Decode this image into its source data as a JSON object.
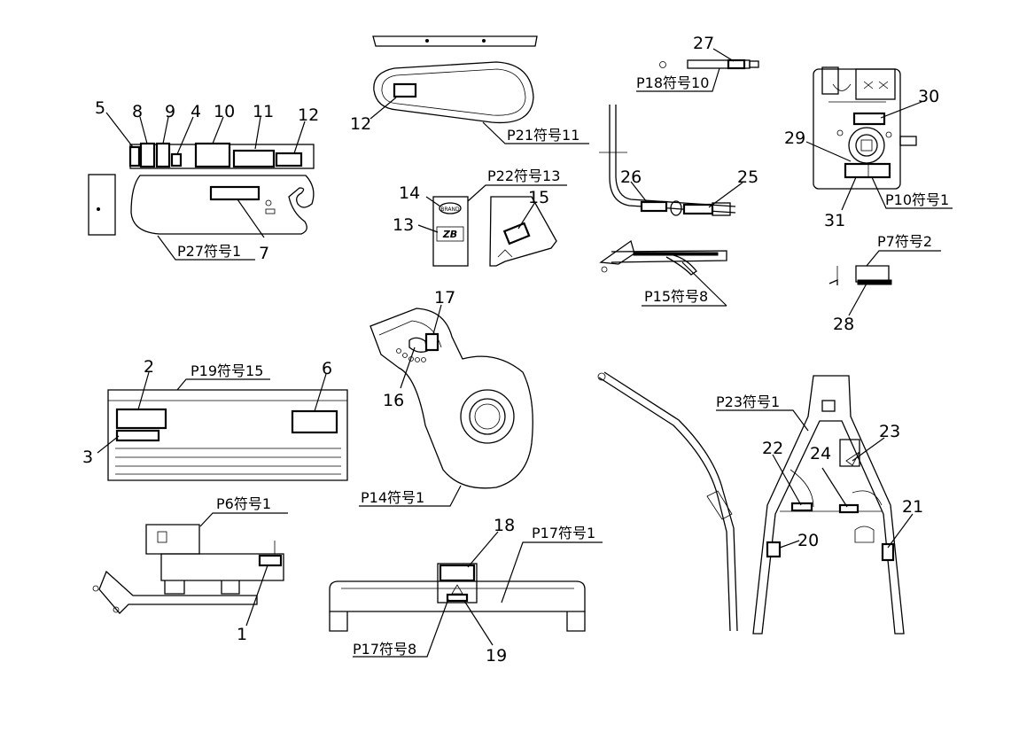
{
  "callouts": {
    "c1": "1",
    "c2": "2",
    "c3": "3",
    "c4": "4",
    "c5": "5",
    "c6": "6",
    "c7": "7",
    "c8": "8",
    "c9": "9",
    "c10": "10",
    "c11": "11",
    "c12a": "12",
    "c12b": "12",
    "c13": "13",
    "c14": "14",
    "c15": "15",
    "c16": "16",
    "c17": "17",
    "c18": "18",
    "c19": "19",
    "c20": "20",
    "c21": "21",
    "c22": "22",
    "c23": "23",
    "c24": "24",
    "c25": "25",
    "c26": "26",
    "c27": "27",
    "c28": "28",
    "c29": "29",
    "c30": "30",
    "c31": "31"
  },
  "references": {
    "p27": "P27符号1",
    "p21": "P21符号11",
    "p22": "P22符号13",
    "p18": "P18符号10",
    "p10": "P10符号1",
    "p7": "P7符号2",
    "p15": "P15符号8",
    "p19": "P19符号15",
    "p14": "P14符号1",
    "p23": "P23符号1",
    "p6": "P6符号1",
    "p17a": "P17符号1",
    "p17b": "P17符号8"
  },
  "logos": {
    "brand_badge": "BRAND",
    "model_badge": "ZB"
  }
}
